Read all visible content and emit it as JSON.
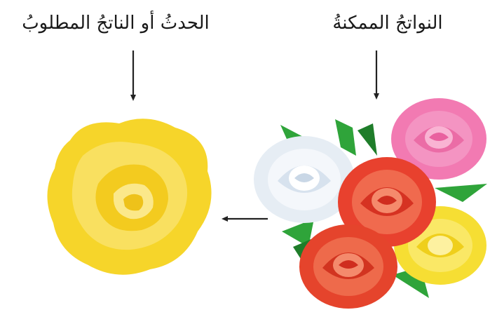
{
  "labels": {
    "possible_outcomes": "النواتجُ الممكنةُ",
    "desired_event": "الحدثُ أو الناتجُ المطلوبُ"
  },
  "bouquet": {
    "roses": [
      {
        "name": "pink-rose",
        "color": "#f27ab2"
      },
      {
        "name": "white-rose",
        "color": "#e6edf4"
      },
      {
        "name": "red-rose-top",
        "color": "#e8412e"
      },
      {
        "name": "red-rose-bottom",
        "color": "#e5442c"
      },
      {
        "name": "yellow-rose",
        "color": "#f6de33"
      }
    ]
  },
  "selected": {
    "name": "yellow-rose",
    "color": "#f6d52a"
  },
  "colors": {
    "arrow": "#222222",
    "leaf": "#2fa43a",
    "leaf_dark": "#1f7d2a"
  }
}
